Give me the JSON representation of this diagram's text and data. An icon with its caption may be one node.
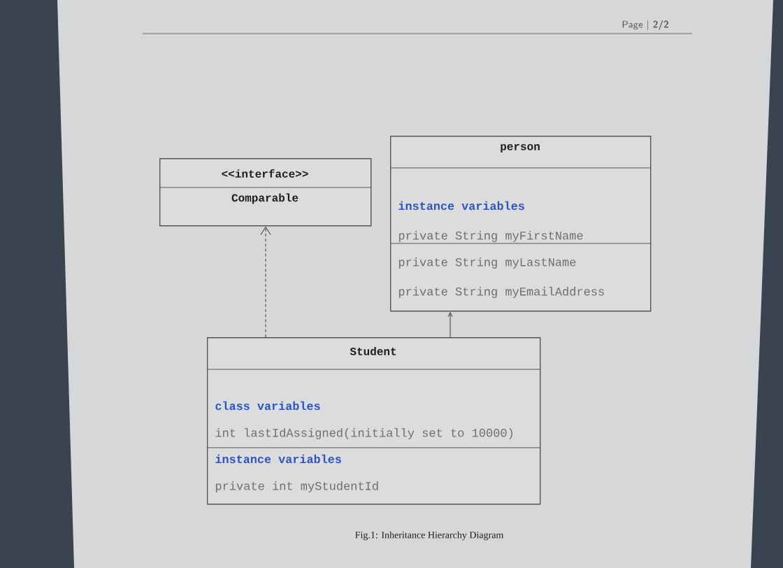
{
  "diagram": {
    "caption": "Fig.1: Inheritance Hierarchy Diagram",
    "nodes": [
      {
        "text": [
          "<<interface>>",
          "Comparable"
        ]
      },
      {
        "text": [
          "person",
          "instance variables",
          "private String myFirstName",
          "private String myLastName",
          "private String myEmailAddress"
        ]
      },
      {
        "text": [
          "Student",
          "class variables",
          "int lastIdAssigned(initially set to 10000)",
          "instance variables",
          "private int myStudentId"
        ]
      }
    ],
    "edges": [
      {
        "from": 2,
        "to": 0,
        "arrow": "to",
        "style": "dashed"
      },
      {
        "from": 2,
        "to": 1,
        "arrow": "to"
      }
    ],
    "labels": [
      "Page | **2/2**"
    ]
  }
}
